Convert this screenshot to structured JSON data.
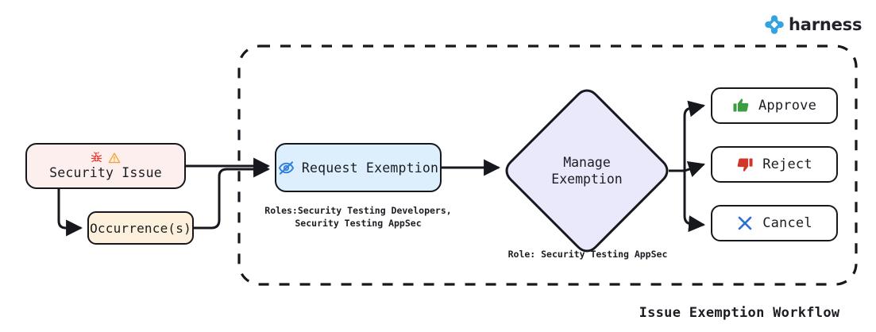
{
  "brand": {
    "name": "harness",
    "logo_icon": "harness-logo-icon",
    "color": "#33a2e0"
  },
  "workflow": {
    "title": "Issue Exemption Workflow",
    "container_style": "dashed-rounded-rectangle"
  },
  "nodes": {
    "security_issue": {
      "label": "Security Issue",
      "fill": "#fdefee",
      "icons": [
        "bug-icon",
        "warning-triangle-icon"
      ],
      "bug_color": "#e8352a",
      "warning_color": "#f0a33c"
    },
    "occurrences": {
      "label": "Occurrence(s)",
      "fill": "#fdf1dd"
    },
    "request_exemption": {
      "label": "Request Exemption",
      "fill": "#ddeffc",
      "icon": "eye-off-icon",
      "icon_color": "#2f7fe0"
    },
    "manage_exemption": {
      "label_line1": "Manage",
      "label_line2": "Exemption",
      "fill": "#eae8fb",
      "shape": "diamond"
    },
    "approve": {
      "label": "Approve",
      "icon": "thumbs-up-icon",
      "icon_color": "#3c9c43",
      "fill": "#ffffff"
    },
    "reject": {
      "label": "Reject",
      "icon": "thumbs-down-icon",
      "icon_color": "#d0372a",
      "fill": "#ffffff"
    },
    "cancel": {
      "label": "Cancel",
      "icon": "x-mark-icon",
      "icon_color": "#2f6fd0",
      "fill": "#ffffff"
    }
  },
  "captions": {
    "request_roles": "Roles:Security Testing Developers,\nSecurity Testing AppSec",
    "manage_role": "Role: Security Testing AppSec"
  }
}
